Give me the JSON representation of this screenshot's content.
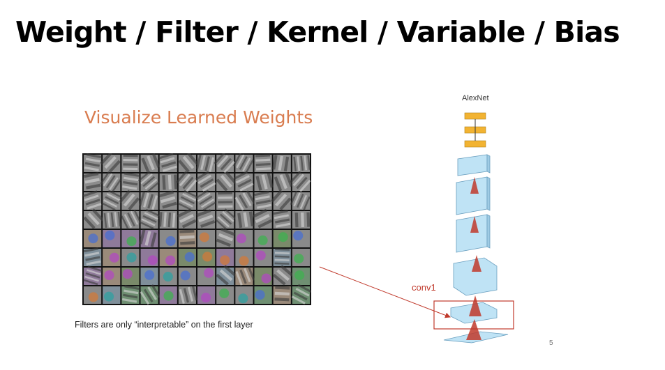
{
  "slide": {
    "title": "Weight / Filter / Kernel / Variable / Bias",
    "page_number": "5"
  },
  "figure": {
    "heading": "Visualize Learned Weights",
    "caption": "Filters are only “interpretable” on the first layer",
    "grid_rows": 8,
    "grid_cols": 12
  },
  "network": {
    "name": "AlexNet",
    "highlight_label": "conv1"
  },
  "colors": {
    "heading": "#d97c4f",
    "accent": "#c0392b",
    "block_fill": "#bfe3f5",
    "block_stroke": "#6a9fbf",
    "fc_fill": "#f2b332"
  }
}
